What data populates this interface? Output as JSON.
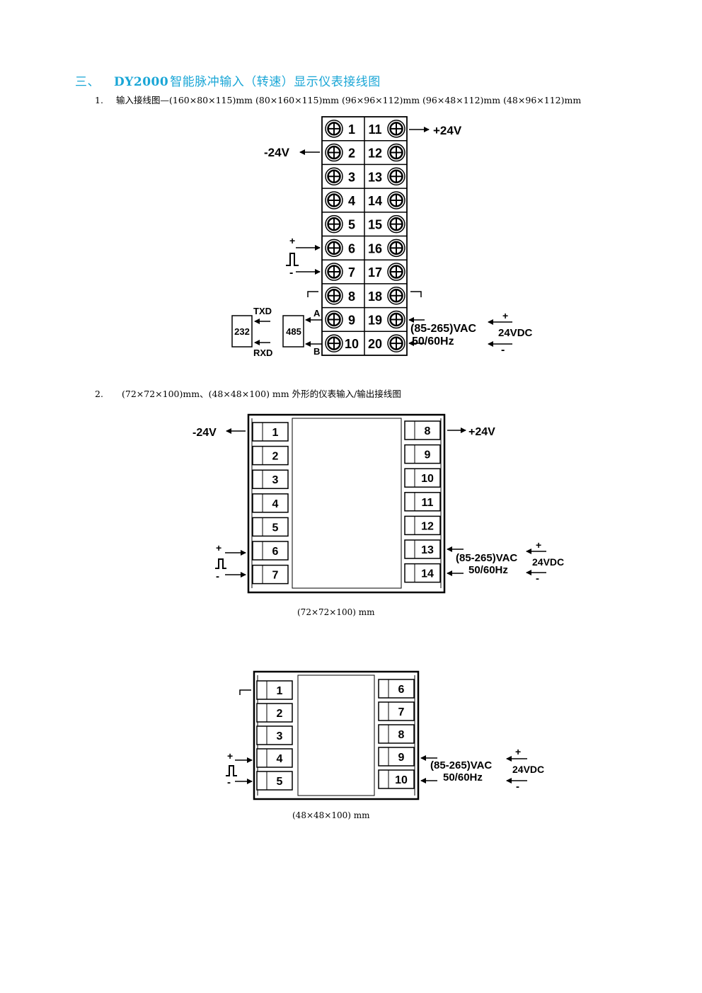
{
  "heading": {
    "index": "三、",
    "model": "DY2000",
    "title": "智能脉冲输入（转速）显示仪表接线图"
  },
  "item1": {
    "index": "1.",
    "text": "输入接线图—(160×80×115)mm (80×160×115)mm (96×96×112)mm (96×48×112)mm (48×96×112)mm"
  },
  "item2": {
    "index": "2.",
    "text": "(72×72×100)mm、(48×48×100) mm 外形的仪表输入/输出接线图"
  },
  "diagram1": {
    "left_terminals": [
      "1",
      "2",
      "3",
      "4",
      "5",
      "6",
      "7",
      "8",
      "9",
      "10"
    ],
    "right_terminals": [
      "11",
      "12",
      "13",
      "14",
      "15",
      "16",
      "17",
      "18",
      "19",
      "20"
    ],
    "plus24v": "+24V",
    "minus24v": "-24V",
    "plus": "+",
    "minus": "-",
    "txd": "TXD",
    "rxd": "RXD",
    "box232": "232",
    "box485": "485",
    "a": "A",
    "b": "B",
    "vac": "(85-265)VAC",
    "hz": "50/60Hz",
    "vdc": "24VDC"
  },
  "diagram2": {
    "left_terminals": [
      "1",
      "2",
      "3",
      "4",
      "5",
      "6",
      "7"
    ],
    "right_terminals": [
      "8",
      "9",
      "10",
      "11",
      "12",
      "13",
      "14"
    ],
    "minus24v": "-24V",
    "plus24v": "+24V",
    "plus": "+",
    "minus": "-",
    "vac": "(85-265)VAC",
    "hz": "50/60Hz",
    "vdc": "24VDC",
    "caption": "(72×72×100) mm"
  },
  "diagram3": {
    "left_terminals": [
      "1",
      "2",
      "3",
      "4",
      "5"
    ],
    "right_terminals": [
      "6",
      "7",
      "8",
      "9",
      "10"
    ],
    "plus": "+",
    "minus": "-",
    "vac": "(85-265)VAC",
    "hz": "50/60Hz",
    "vdc": "24VDC",
    "caption": "(48×48×100) mm"
  }
}
